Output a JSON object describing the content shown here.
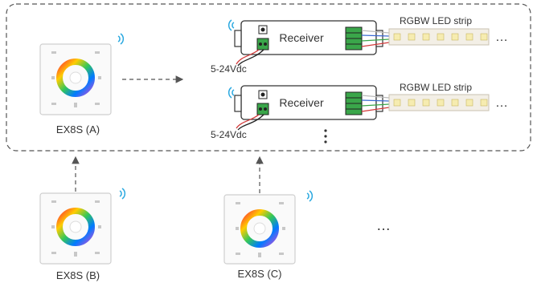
{
  "diagram": {
    "group_box": {
      "style": "dashed rounded rectangle"
    },
    "panels": [
      {
        "id": "a",
        "label": "EX8S (A)"
      },
      {
        "id": "b",
        "label": "EX8S (B)"
      },
      {
        "id": "c",
        "label": "EX8S (C)"
      }
    ],
    "receivers": [
      {
        "label": "Receiver",
        "power_label": "5-24Vdc",
        "strip_label": "RGBW LED strip"
      },
      {
        "label": "Receiver",
        "power_label": "5-24Vdc",
        "strip_label": "RGBW LED strip"
      }
    ],
    "continuation": {
      "horizontal": "…",
      "vertical": "⋮"
    },
    "colors": {
      "wireless_icon": "#29a8e0",
      "dashed_line": "#666666",
      "wire_red": "#d23a3a",
      "wire_green": "#3aa64a",
      "wire_blue": "#3a6ad2",
      "wire_white": "#bbbbbb",
      "strip_led": "#f6ecb0"
    }
  }
}
